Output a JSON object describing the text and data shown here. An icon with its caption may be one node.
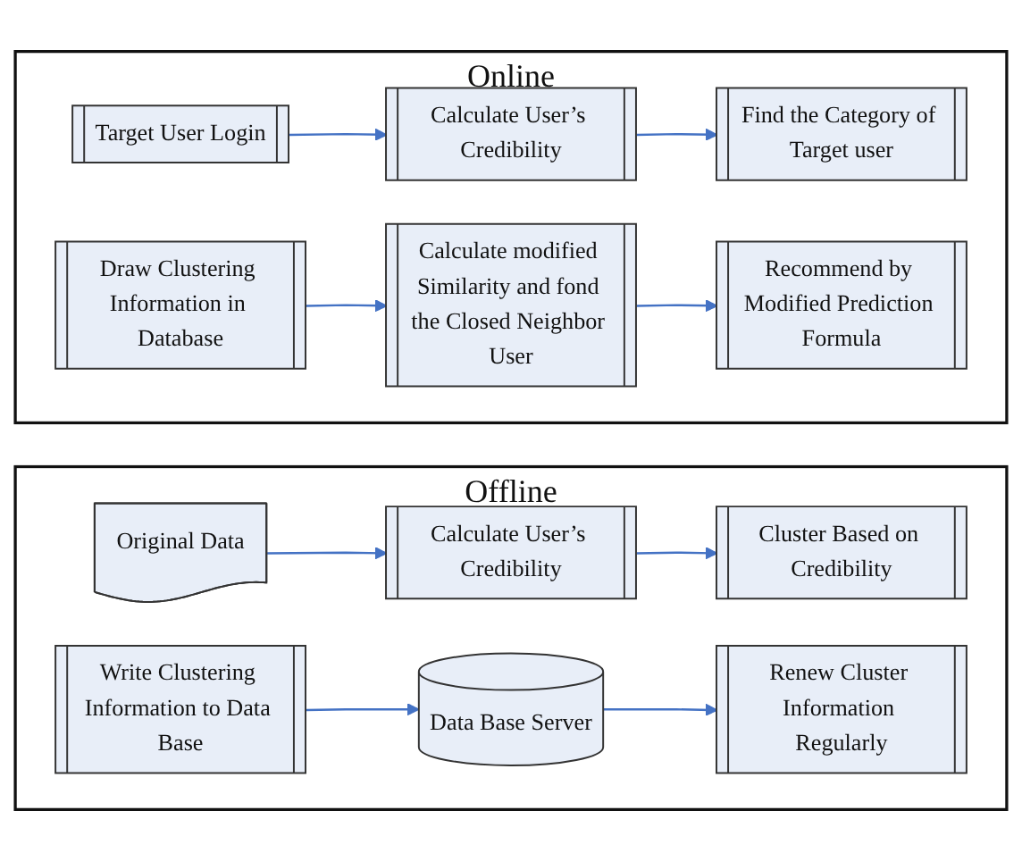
{
  "diagram": {
    "nodes": [
      {
        "text": [
          "Online"
        ]
      },
      {
        "text": [
          "Target User Login"
        ],
        "in": 0
      },
      {
        "text": [
          "Calculate User’s Credibility"
        ],
        "in": 0
      },
      {
        "text": [
          "Find the Category of Target user"
        ],
        "in": 0
      },
      {
        "text": [
          "Recommend by Modified Prediction Formula"
        ],
        "in": 0
      },
      {
        "text": [
          "Calculate modified Similarity and fond the Closed Neighbor User"
        ],
        "in": 0
      },
      {
        "text": [
          "Draw Clustering Information in Database"
        ],
        "in": 0
      },
      {
        "text": [
          "Offline"
        ]
      },
      {
        "text": [
          "Original Data"
        ],
        "in": 7
      },
      {
        "text": [
          "Calculate User’s Credibility"
        ],
        "in": 7
      },
      {
        "text": [
          "Cluster Based on Credibility"
        ],
        "in": 7
      },
      {
        "text": [
          "Renew Cluster Information Regularly"
        ],
        "in": 7
      },
      {
        "text": [
          "Data Base Server"
        ],
        "in": 7
      },
      {
        "text": [
          "Write Clustering Information to Data Base"
        ],
        "in": 7
      }
    ],
    "edges": [
      {
        "from": 1,
        "to": 2,
        "arrow": "to"
      },
      {
        "from": 2,
        "to": 3,
        "arrow": "to"
      },
      {
        "from": 6,
        "to": 5,
        "arrow": "to"
      },
      {
        "from": 5,
        "to": 4,
        "arrow": "to"
      },
      {
        "from": 8,
        "to": 9,
        "arrow": "to"
      },
      {
        "from": 9,
        "to": 10,
        "arrow": "to"
      },
      {
        "from": 13,
        "to": 12,
        "arrow": "to"
      },
      {
        "from": 12,
        "to": 11,
        "arrow": "to"
      }
    ]
  }
}
